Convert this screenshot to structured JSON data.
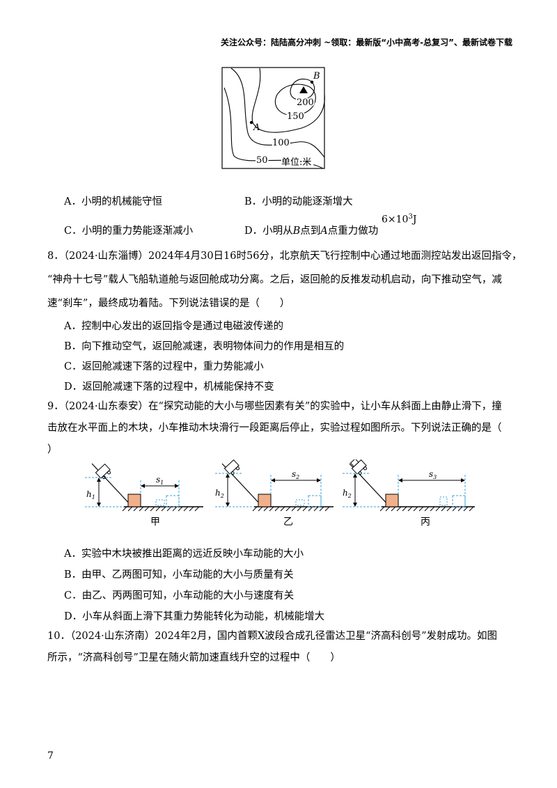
{
  "header": "关注公众号：陆陆高分冲刺 ~领取：最新版“小中高考-总复习”、最新试卷下载",
  "map": {
    "labels": {
      "point_b": "B",
      "point_a": "A",
      "c200": "200",
      "c150": "150",
      "c100": "100",
      "c50": "50",
      "unit": "单位:米"
    }
  },
  "q7": {
    "optA": "A．小明的机械能守恒",
    "optB": "B．小明的动能逐渐增大",
    "optC": "C．小明的重力势能逐渐减小",
    "optD": "D．小明从",
    "optD_b": "B",
    "optD_mid": "点到",
    "optD_a": "A",
    "optD_tail": "点重力做功",
    "optD_value_base": "6×10",
    "optD_value_exp": "3",
    "optD_value_unit": "J"
  },
  "q8": {
    "line1": "8．（2024·山东淄博）2024年4月30日16时56分，北京航天飞行控制中心通过地面测控站发出返回指令，",
    "line2": "“神舟十七号”载人飞船轨道舱与返回舱成功分离。之后，返回舱的反推发动机启动，向下推动空气，减",
    "line3": "速“刹车”，最终成功着陆。下列说法错误的是（　　）",
    "optA": "A．控制中心发出的返回指令是通过电磁波传递的",
    "optB": "B．向下推动空气，返回舱减速，表明物体间力的作用是相互的",
    "optC": "C．返回舱减速下落的过程中，重力势能减小",
    "optD": "D．返回舱减速下落的过程中，机械能保持不变"
  },
  "q9": {
    "line1": "9．（2024·山东泰安）在“探究动能的大小与哪些因素有关”的实验中，让小车从斜面上由静止滑下，撞",
    "line2": "击放在水平面上的木块，小车推动木块滑行一段距离后停止，实验过程如图所示。下列说法正确的是（",
    "line3": "）",
    "figures": [
      {
        "h": "h",
        "h_sub": "1",
        "s": "s",
        "s_sub": "1",
        "caption": "甲"
      },
      {
        "h": "h",
        "h_sub": "2",
        "s": "s",
        "s_sub": "2",
        "caption": "乙"
      },
      {
        "h": "h",
        "h_sub": "2",
        "s": "s",
        "s_sub": "3",
        "caption": "丙"
      }
    ],
    "optA": "A．实验中木块被推出距离的远近反映小车动能的大小",
    "optB": "B．由甲、乙两图可知，小车动能的大小与质量有关",
    "optC": "C．由乙、丙两图可知，小车动能的大小与速度有关",
    "optD": "D．小车从斜面上滑下其重力势能转化为动能，机械能增大"
  },
  "q10": {
    "line1": "10．（2024·山东济南）2024年2月，国内首颗X波段合成孔径雷达卫星“济高科创号”发射成功。如图",
    "line2": "所示，“济高科创号”卫星在随火箭加速直线升空的过程中（　　）"
  },
  "page_number": "7"
}
